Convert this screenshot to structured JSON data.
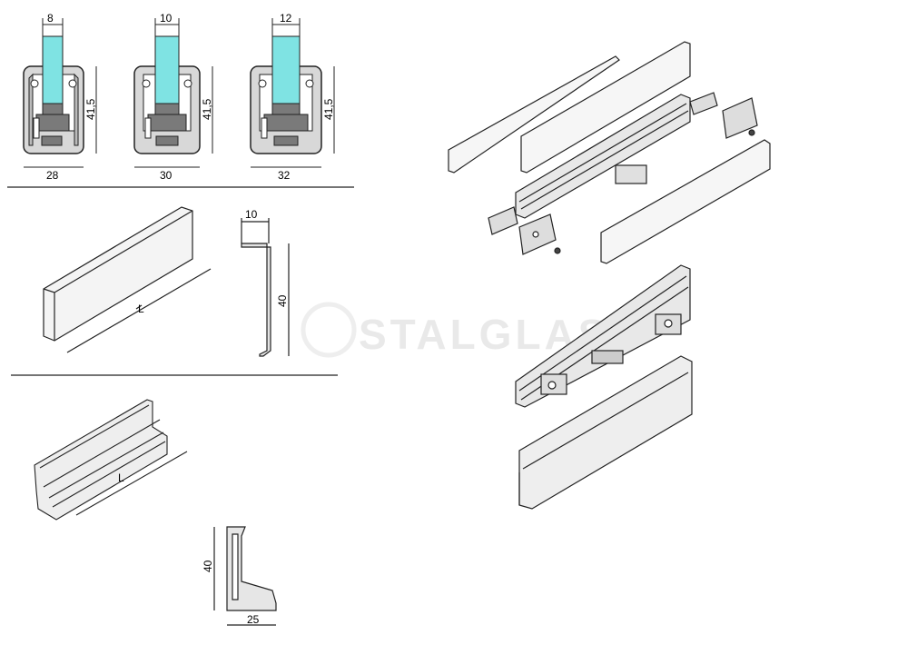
{
  "cross_sections": {
    "a": {
      "glass": "8",
      "height": "41,5",
      "width": "28"
    },
    "b": {
      "glass": "10",
      "height": "41,5",
      "width": "30"
    },
    "c": {
      "glass": "12",
      "height": "41,5",
      "width": "32"
    }
  },
  "cover_profile": {
    "length_label": "L",
    "top_dim": "10",
    "height_dim": "40"
  },
  "base_profile": {
    "length_label": "L",
    "height_dim": "40",
    "width_dim": "25"
  },
  "watermark": "STALGLASS",
  "colors": {
    "glass": "#7fe3e3",
    "clamp": "#7a7a7a",
    "profile": "#d8d8d8",
    "line": "#222222"
  }
}
